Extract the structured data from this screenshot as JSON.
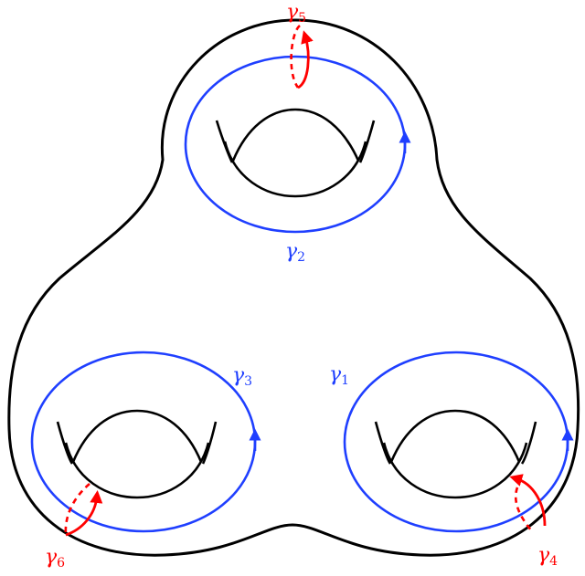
{
  "colors": {
    "surface": "#000000",
    "blue_curve": "#1f3fff",
    "red_curve": "#ff0000",
    "background": "#ffffff"
  },
  "labels": {
    "gamma1": {
      "sym": "γ",
      "sub": "1"
    },
    "gamma2": {
      "sym": "γ",
      "sub": "2"
    },
    "gamma3": {
      "sym": "γ",
      "sub": "3"
    },
    "gamma4": {
      "sym": "γ",
      "sub": "4"
    },
    "gamma5": {
      "sym": "γ",
      "sub": "5"
    },
    "gamma6": {
      "sym": "γ",
      "sub": "6"
    }
  }
}
